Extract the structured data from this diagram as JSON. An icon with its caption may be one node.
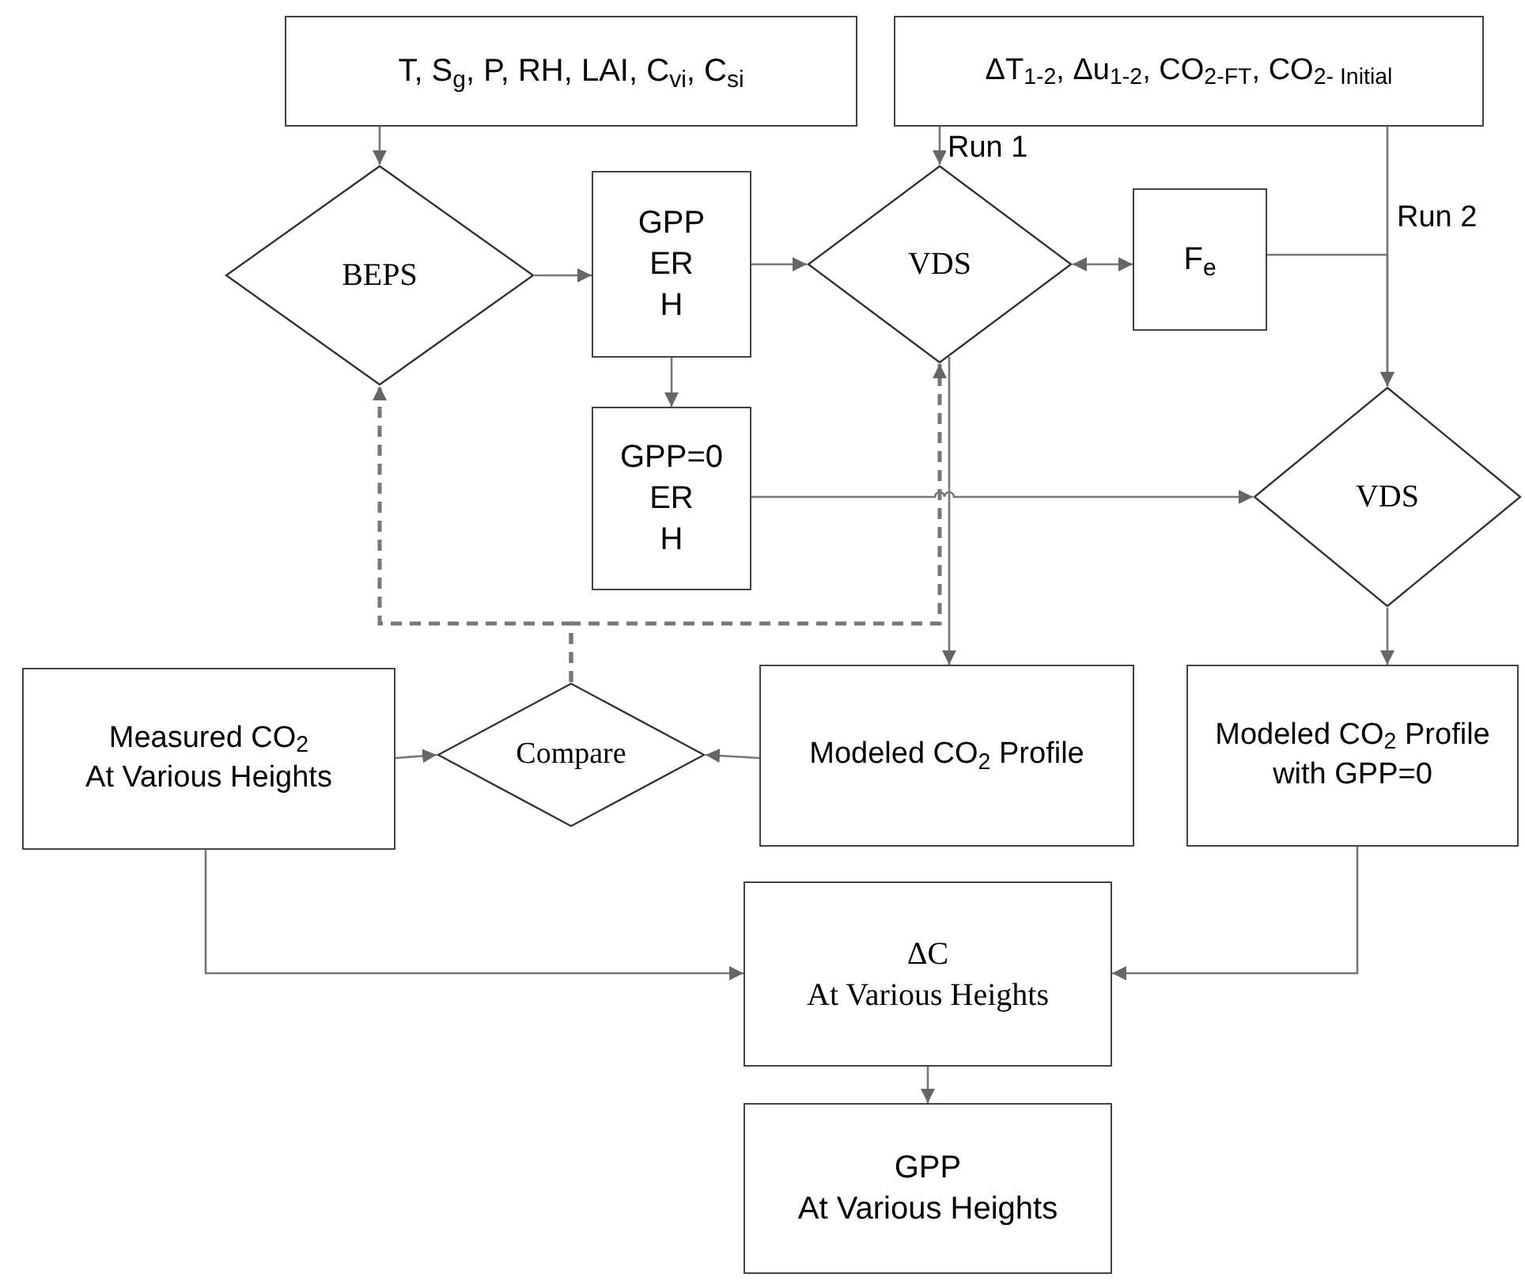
{
  "diagram": {
    "nodes": [
      {
        "text": [
          "T, S$_{g}$, P, RH, LAI, C$_{vi}$, C$_{si}$"
        ]
      },
      {
        "text": [
          "ΔT$_{1-2}$, Δu$_{1-2}$, CO$_{2-FT}$, CO$_{2- Initial}$"
        ]
      },
      {
        "text": [
          "BEPS"
        ]
      },
      {
        "text": [
          "GPP",
          "ER",
          "H"
        ]
      },
      {
        "text": [
          "VDS"
        ]
      },
      {
        "text": [
          "F$_{e}$"
        ]
      },
      {
        "text": [
          "GPP=0",
          "ER",
          "H"
        ]
      },
      {
        "text": [
          "VDS"
        ]
      },
      {
        "text": [
          "Measured CO$_{2}$",
          "At Various Heights"
        ]
      },
      {
        "text": [
          "Compare"
        ]
      },
      {
        "text": [
          "Modeled CO$_{2}$ Profile"
        ]
      },
      {
        "text": [
          "Modeled CO$_{2}$ Profile",
          "with GPP=0"
        ]
      },
      {
        "text": [
          "ΔC",
          "At Various Heights"
        ]
      },
      {
        "text": [
          "GPP",
          "At Various Heights"
        ]
      }
    ],
    "edges": [
      {
        "from": 0,
        "to": 2,
        "arrow": "to"
      },
      {
        "from": 1,
        "to": 4,
        "arrow": "to",
        "label": "Run 1"
      },
      {
        "from": 1,
        "to": 7,
        "arrow": "to",
        "label": "Run 2"
      },
      {
        "from": 2,
        "to": 3,
        "arrow": "to"
      },
      {
        "from": 3,
        "to": 4,
        "arrow": "to"
      },
      {
        "from": 4,
        "to": 5,
        "arrow": "both"
      },
      {
        "from": 5,
        "to": 7,
        "arrow": "to"
      },
      {
        "from": 3,
        "to": 6,
        "arrow": "to"
      },
      {
        "from": 6,
        "to": 7,
        "arrow": "to"
      },
      {
        "from": 4,
        "to": 10,
        "arrow": "to"
      },
      {
        "from": 7,
        "to": 11,
        "arrow": "to"
      },
      {
        "from": 10,
        "to": 9,
        "arrow": "to"
      },
      {
        "from": 8,
        "to": 9,
        "arrow": "to"
      },
      {
        "from": 9,
        "to": 2,
        "arrow": "to",
        "style": "dashed"
      },
      {
        "from": 9,
        "to": 4,
        "arrow": "to",
        "style": "dashed"
      },
      {
        "from": 8,
        "to": 12,
        "arrow": "to"
      },
      {
        "from": 11,
        "to": 12,
        "arrow": "to"
      },
      {
        "from": 12,
        "to": 13,
        "arrow": "to"
      }
    ]
  }
}
